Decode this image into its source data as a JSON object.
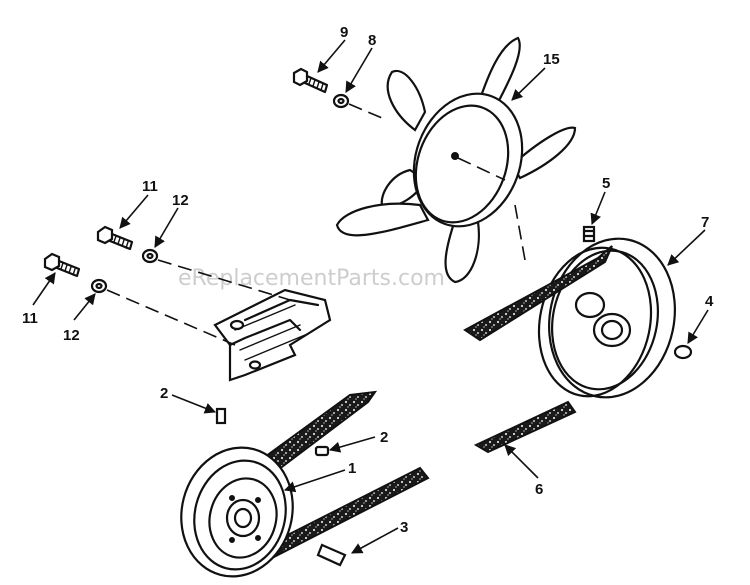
{
  "watermark": "eReplacementParts.com",
  "callouts": [
    {
      "id": "c9",
      "label": "9"
    },
    {
      "id": "c8",
      "label": "8"
    },
    {
      "id": "c15",
      "label": "15"
    },
    {
      "id": "c11a",
      "label": "11"
    },
    {
      "id": "c12a",
      "label": "12"
    },
    {
      "id": "c11b",
      "label": "11"
    },
    {
      "id": "c12b",
      "label": "12"
    },
    {
      "id": "c5",
      "label": "5"
    },
    {
      "id": "c7",
      "label": "7"
    },
    {
      "id": "c4",
      "label": "4"
    },
    {
      "id": "c2a",
      "label": "2"
    },
    {
      "id": "c2b",
      "label": "2"
    },
    {
      "id": "c1",
      "label": "1"
    },
    {
      "id": "c6",
      "label": "6"
    },
    {
      "id": "c3",
      "label": "3"
    }
  ]
}
